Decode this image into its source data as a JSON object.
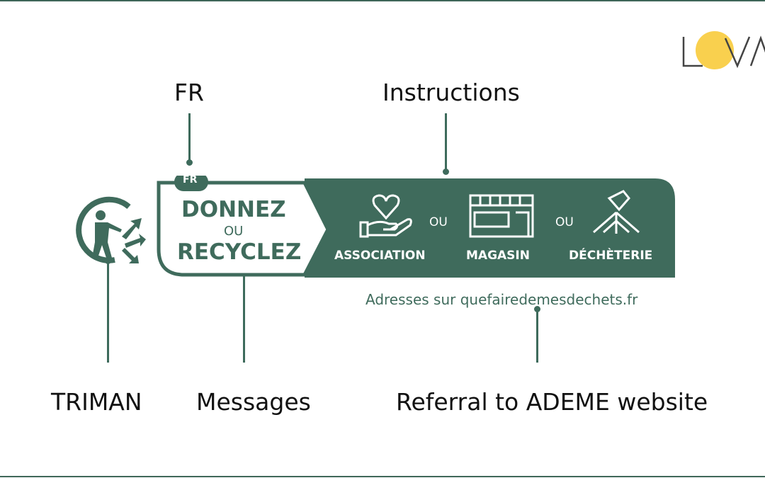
{
  "logo": {
    "text": "LOVA",
    "accent": "#f9d04e"
  },
  "callouts": {
    "fr": "FR",
    "instructions": "Instructions",
    "triman": "TRIMAN",
    "messages": "Messages",
    "referral": "Referral to ADEME website"
  },
  "label": {
    "badge": "FR",
    "line1": "DONNEZ",
    "ou": "OU",
    "line2": "RECYCLEZ",
    "options": [
      {
        "label": "ASSOCIATION",
        "icon": "heart-hand-icon"
      },
      {
        "label": "MAGASIN",
        "icon": "shop-icon"
      },
      {
        "label": "DÉCHÈTERIE",
        "icon": "recycling-center-icon"
      }
    ],
    "separator": "OU",
    "website": "Adresses sur quefairedemesdechets.fr",
    "color": "#3f6b5c"
  }
}
